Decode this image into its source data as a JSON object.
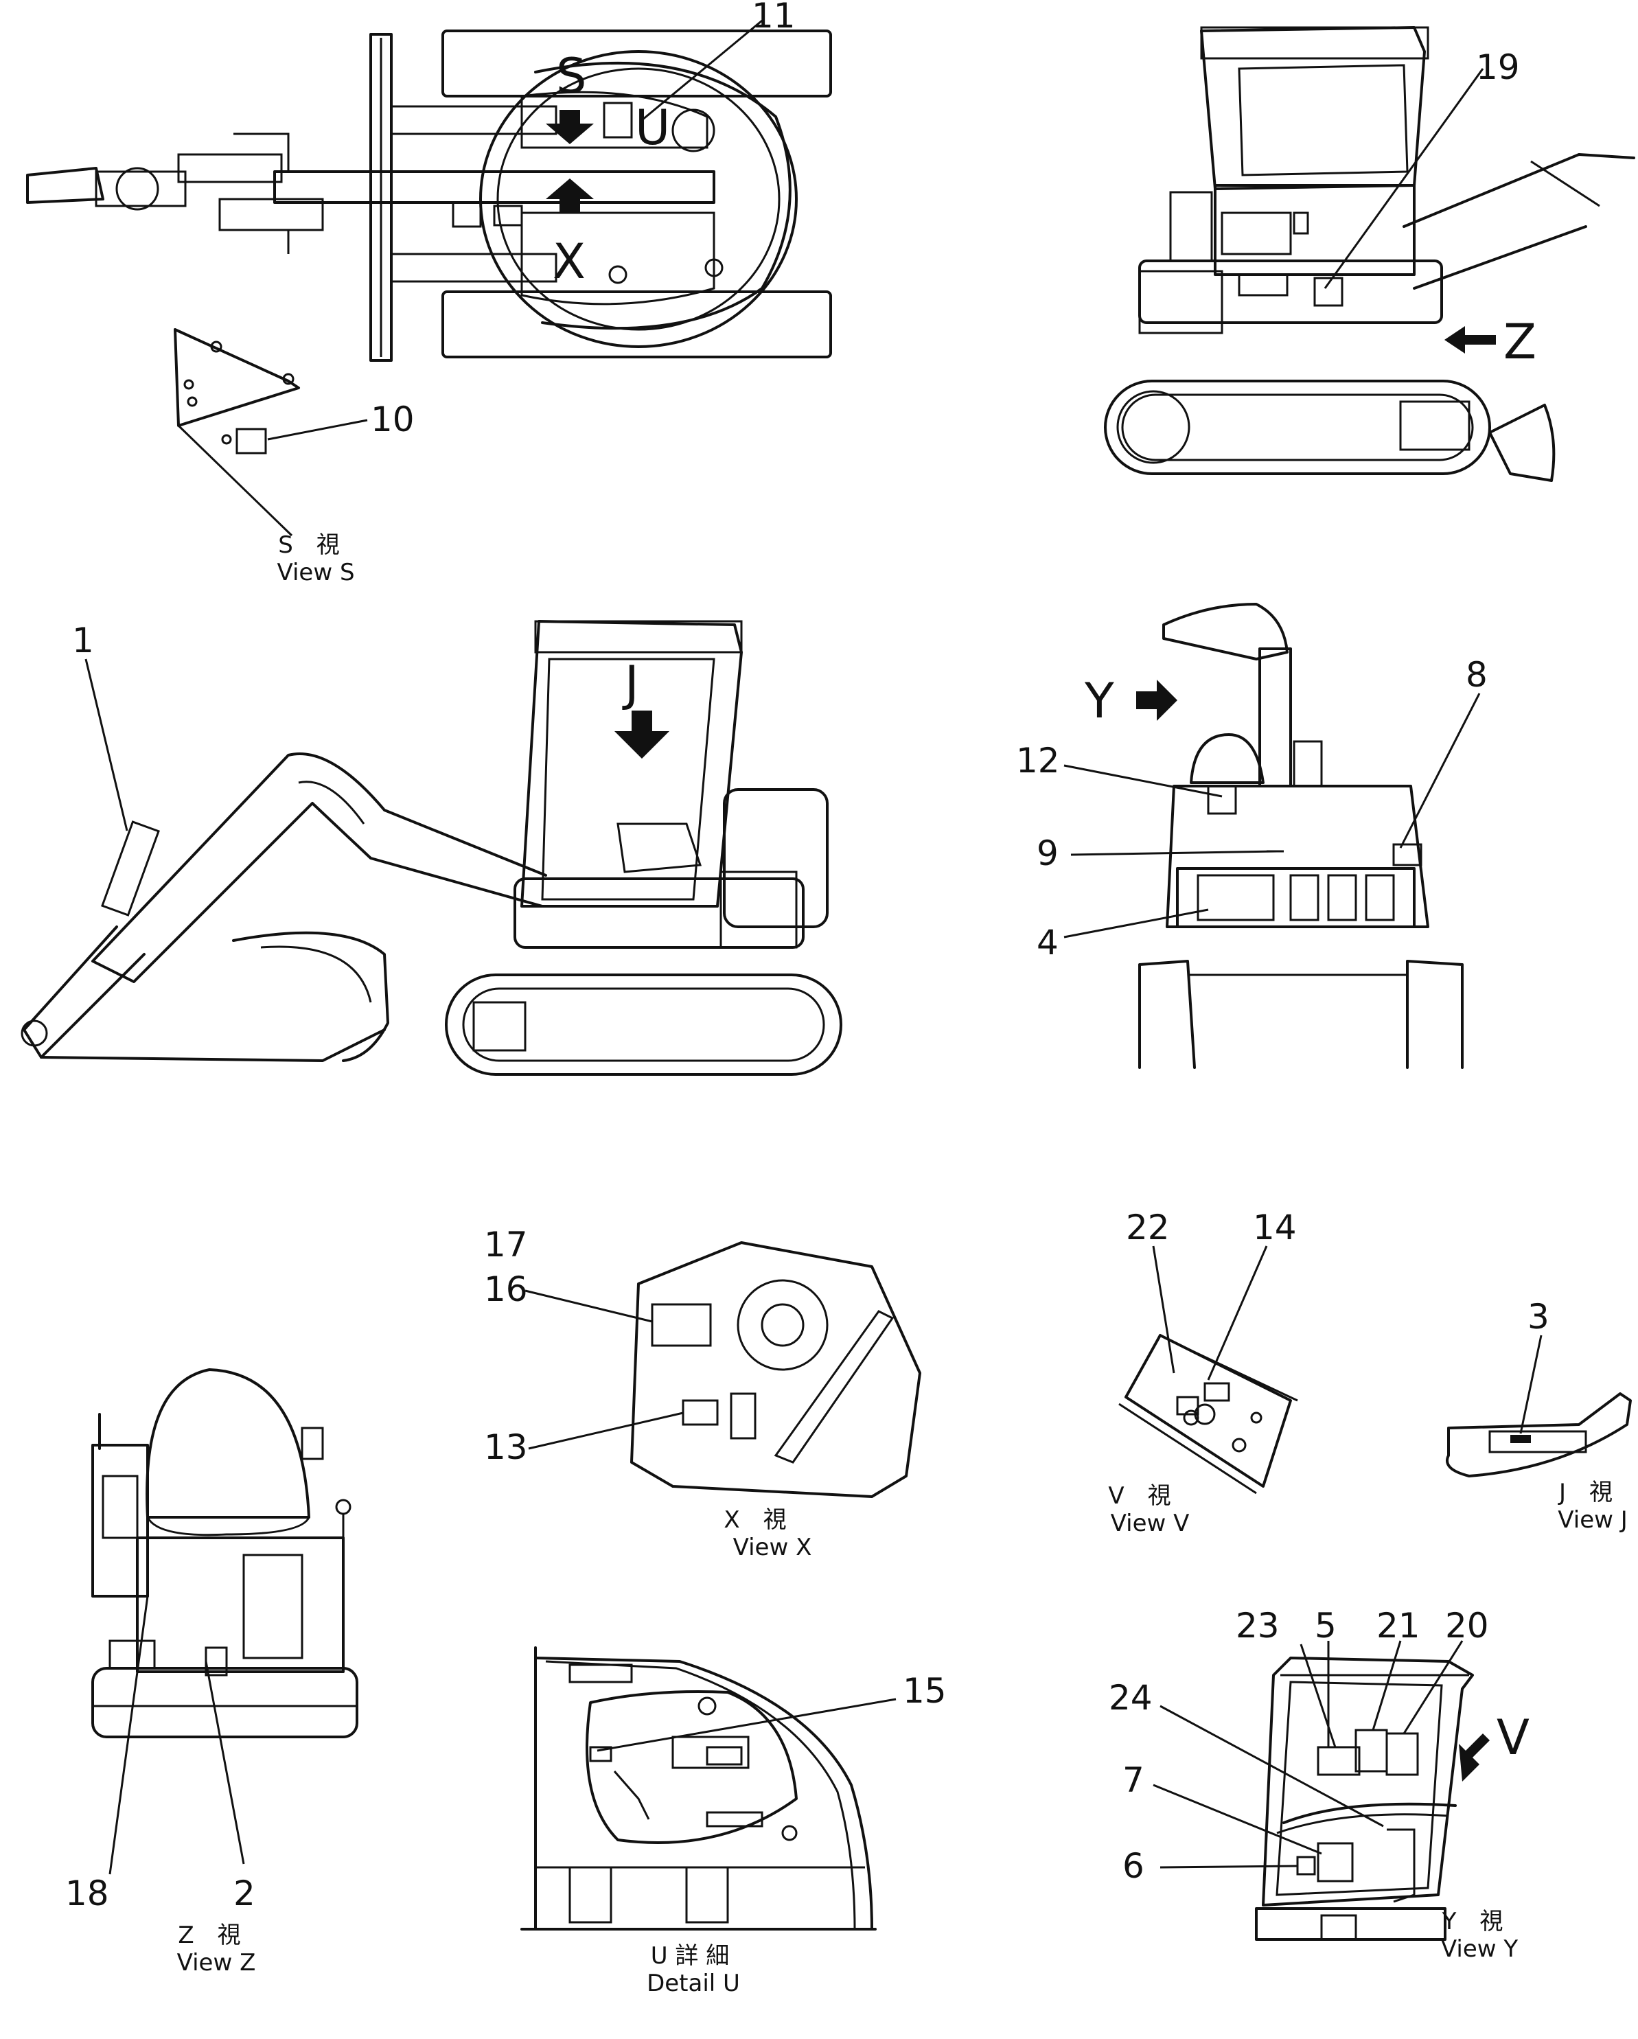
{
  "callouts": {
    "c1": "1",
    "c2": "2",
    "c3": "3",
    "c4": "4",
    "c5": "5",
    "c6": "6",
    "c7": "7",
    "c8": "8",
    "c9": "9",
    "c10": "10",
    "c11": "11",
    "c12": "12",
    "c13": "13",
    "c14": "14",
    "c15": "15",
    "c16": "16",
    "c17": "17",
    "c18": "18",
    "c19": "19",
    "c20": "20",
    "c21": "21",
    "c22": "22",
    "c23": "23",
    "c24": "24"
  },
  "view_letters": {
    "s": "S",
    "u": "U",
    "x": "X",
    "j": "J",
    "y": "Y",
    "z": "Z",
    "v": "V"
  },
  "captions": {
    "view_s_jp": "S　視",
    "view_s": "View S",
    "view_x_jp": "X　視",
    "view_x": "View X",
    "view_v_jp": "V　視",
    "view_v": "View V",
    "view_j_jp": "J　視",
    "view_j": "View J",
    "view_z_jp": "Z　視",
    "view_z": "View Z",
    "detail_u_jp": "U 詳 細",
    "detail_u": "Detail U",
    "view_y_jp": "Y　視",
    "view_y": "View Y"
  }
}
